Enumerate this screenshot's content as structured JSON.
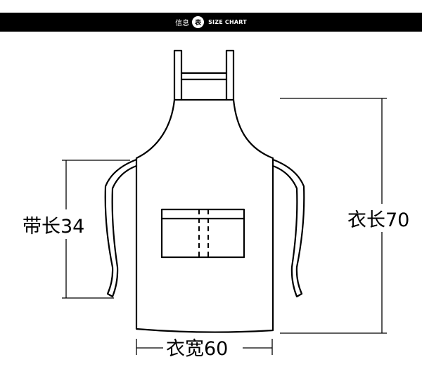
{
  "header": {
    "title_prefix": "信息",
    "title_badge": "表",
    "title_en": "SIZE CHART"
  },
  "dimensions": {
    "strap_length_label": "带长34",
    "body_length_label": "衣长70",
    "body_width_label": "衣宽60"
  },
  "colors": {
    "header_bg": "#000000",
    "line": "#000000",
    "background": "#ffffff"
  }
}
